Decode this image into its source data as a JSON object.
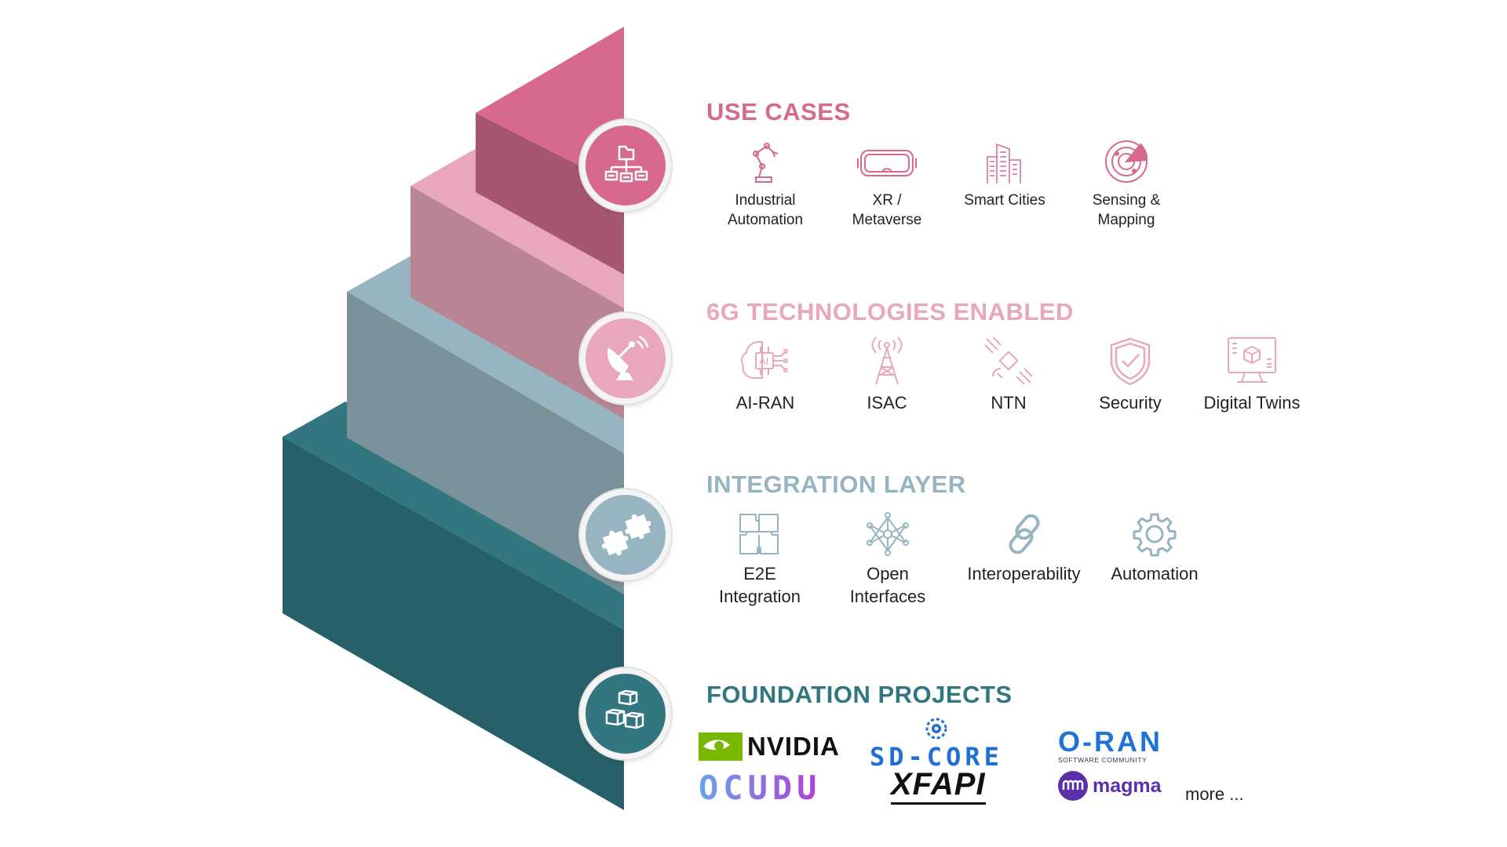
{
  "colors": {
    "use_cases": "#d7698f",
    "use_cases_dark": "#a7566f",
    "technologies": "#e9a7bf",
    "technologies_dark": "#b98594",
    "integration": "#96b5c1",
    "integration_dark": "#7a9299",
    "foundation": "#327780",
    "foundation_dark": "#276068"
  },
  "layers": [
    {
      "key": "use_cases",
      "title": "USE CASES",
      "icon": "flowchart-folder-icon",
      "items": [
        {
          "label": "Industrial\nAutomation",
          "icon": "robotic-arm-icon"
        },
        {
          "label": "XR /\nMetaverse",
          "icon": "vr-headset-icon"
        },
        {
          "label": "Smart Cities",
          "icon": "skyscraper-icon"
        },
        {
          "label": "Sensing &\nMapping",
          "icon": "radar-icon"
        }
      ]
    },
    {
      "key": "technologies",
      "title": "6G TECHNOLOGIES ENABLED",
      "icon": "satellite-dish-icon",
      "items": [
        {
          "label": "AI-RAN",
          "icon": "ai-brain-icon"
        },
        {
          "label": "ISAC",
          "icon": "radio-tower-icon"
        },
        {
          "label": "NTN",
          "icon": "satellite-icon"
        },
        {
          "label": "Security",
          "icon": "shield-check-icon"
        },
        {
          "label": "Digital Twins",
          "icon": "digital-twin-monitor-icon"
        }
      ]
    },
    {
      "key": "integration",
      "title": "INTEGRATION LAYER",
      "icon": "puzzle-pieces-icon",
      "items": [
        {
          "label": "E2E\nIntegration",
          "icon": "puzzle-icon"
        },
        {
          "label": "Open\nInterfaces",
          "icon": "network-nodes-icon"
        },
        {
          "label": "Interoperability",
          "icon": "chain-link-icon"
        },
        {
          "label": "Automation",
          "icon": "gear-icon"
        }
      ]
    },
    {
      "key": "foundation",
      "title": "FOUNDATION PROJECTS",
      "icon": "cubes-icon",
      "logos": [
        {
          "text": "NVIDIA",
          "color": "#76b900"
        },
        {
          "text": "SD-CORE",
          "color": "#1f6fd6"
        },
        {
          "text": "O-RAN",
          "sub": "SOFTWARE COMMUNITY",
          "color": "#1f73d6"
        },
        {
          "text": "OCUDU",
          "color": "#8a3ed9"
        },
        {
          "text": "XFAPI",
          "color": "#111111"
        },
        {
          "text": "magma",
          "color": "#5b2fa8"
        }
      ],
      "more": "more ..."
    }
  ]
}
